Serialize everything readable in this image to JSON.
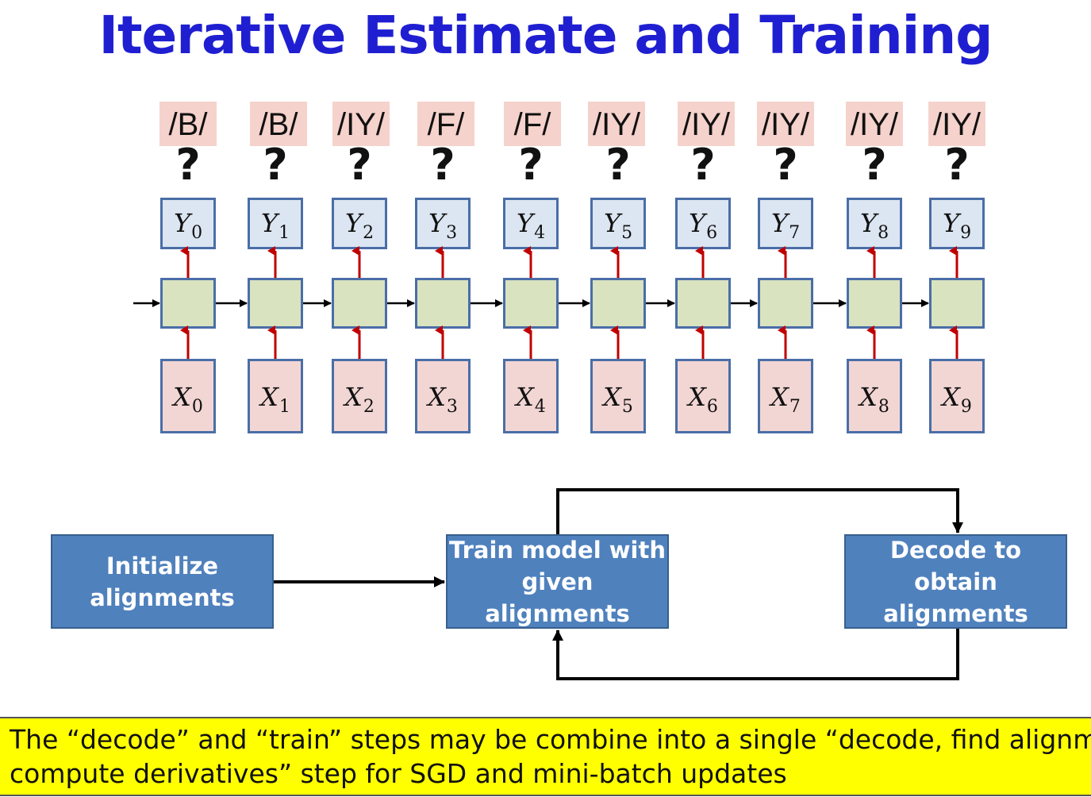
{
  "title": "Iterative Estimate and Training",
  "diagram": {
    "phonemes": [
      "/B/",
      "/B/",
      "/IY/",
      "/F/",
      "/F/",
      "/IY/",
      "/IY/",
      "/IY/",
      "/IY/",
      "/IY/"
    ],
    "question_mark": "?",
    "outputs": [
      {
        "base": "Y",
        "sub": "0"
      },
      {
        "base": "Y",
        "sub": "1"
      },
      {
        "base": "Y",
        "sub": "2"
      },
      {
        "base": "Y",
        "sub": "3"
      },
      {
        "base": "Y",
        "sub": "4"
      },
      {
        "base": "Y",
        "sub": "5"
      },
      {
        "base": "Y",
        "sub": "6"
      },
      {
        "base": "Y",
        "sub": "7"
      },
      {
        "base": "Y",
        "sub": "8"
      },
      {
        "base": "Y",
        "sub": "9"
      }
    ],
    "inputs": [
      {
        "base": "X",
        "sub": "0"
      },
      {
        "base": "X",
        "sub": "1"
      },
      {
        "base": "X",
        "sub": "2"
      },
      {
        "base": "X",
        "sub": "3"
      },
      {
        "base": "X",
        "sub": "4"
      },
      {
        "base": "X",
        "sub": "5"
      },
      {
        "base": "X",
        "sub": "6"
      },
      {
        "base": "X",
        "sub": "7"
      },
      {
        "base": "X",
        "sub": "8"
      },
      {
        "base": "X",
        "sub": "9"
      }
    ],
    "colors": {
      "output_fill": "#dce6f2",
      "hidden_fill": "#d9e3c0",
      "input_fill": "#f2d6d4",
      "box_border": "#4a6ea7",
      "vertical_arrow": "#c00000",
      "horizontal_arrow": "#000000",
      "phoneme_highlight": "#f6d2cc"
    }
  },
  "flow": {
    "initialize": [
      "Initialize",
      "alignments"
    ],
    "train": [
      "Train model with",
      "given alignments"
    ],
    "decode": [
      "Decode to obtain",
      "alignments"
    ],
    "block_color": "#4f81bd"
  },
  "note": {
    "line1": "The “decode” and “train” steps may be combine into a single “decode, find alignment",
    "line2": "compute derivatives” step for SGD and mini-batch updates",
    "background": "#ffff00"
  }
}
